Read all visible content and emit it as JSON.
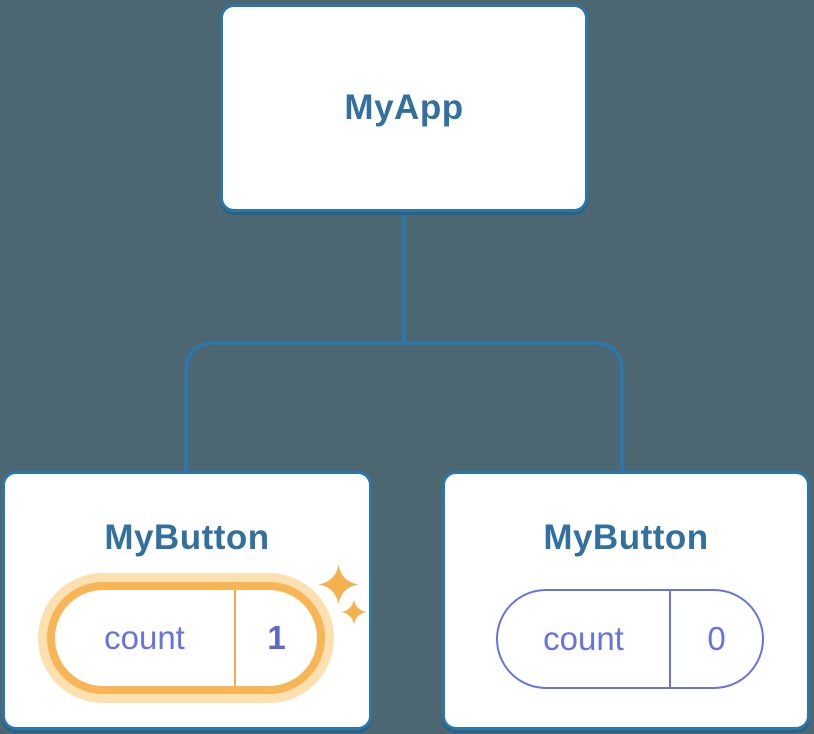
{
  "diagram": {
    "description": "component-tree-with-state",
    "root": {
      "label": "MyApp"
    },
    "children": [
      {
        "label": "MyButton",
        "state": {
          "key": "count",
          "value": "1"
        },
        "highlighted": true,
        "icon": "sparkles-icon"
      },
      {
        "label": "MyButton",
        "state": {
          "key": "count",
          "value": "0"
        },
        "highlighted": false
      }
    ]
  },
  "colors": {
    "background": "#4c6771",
    "node_border": "#2e76a8",
    "node_shadow": "#27628c",
    "node_label": "#31709f",
    "connector": "#2e76a8",
    "state_text": "#6673e0",
    "state_value_highlight": "#5c66d4",
    "highlight_ring": "#f7b556",
    "highlight_halo": "#fce0af",
    "sparkle": "#f6b14f"
  }
}
